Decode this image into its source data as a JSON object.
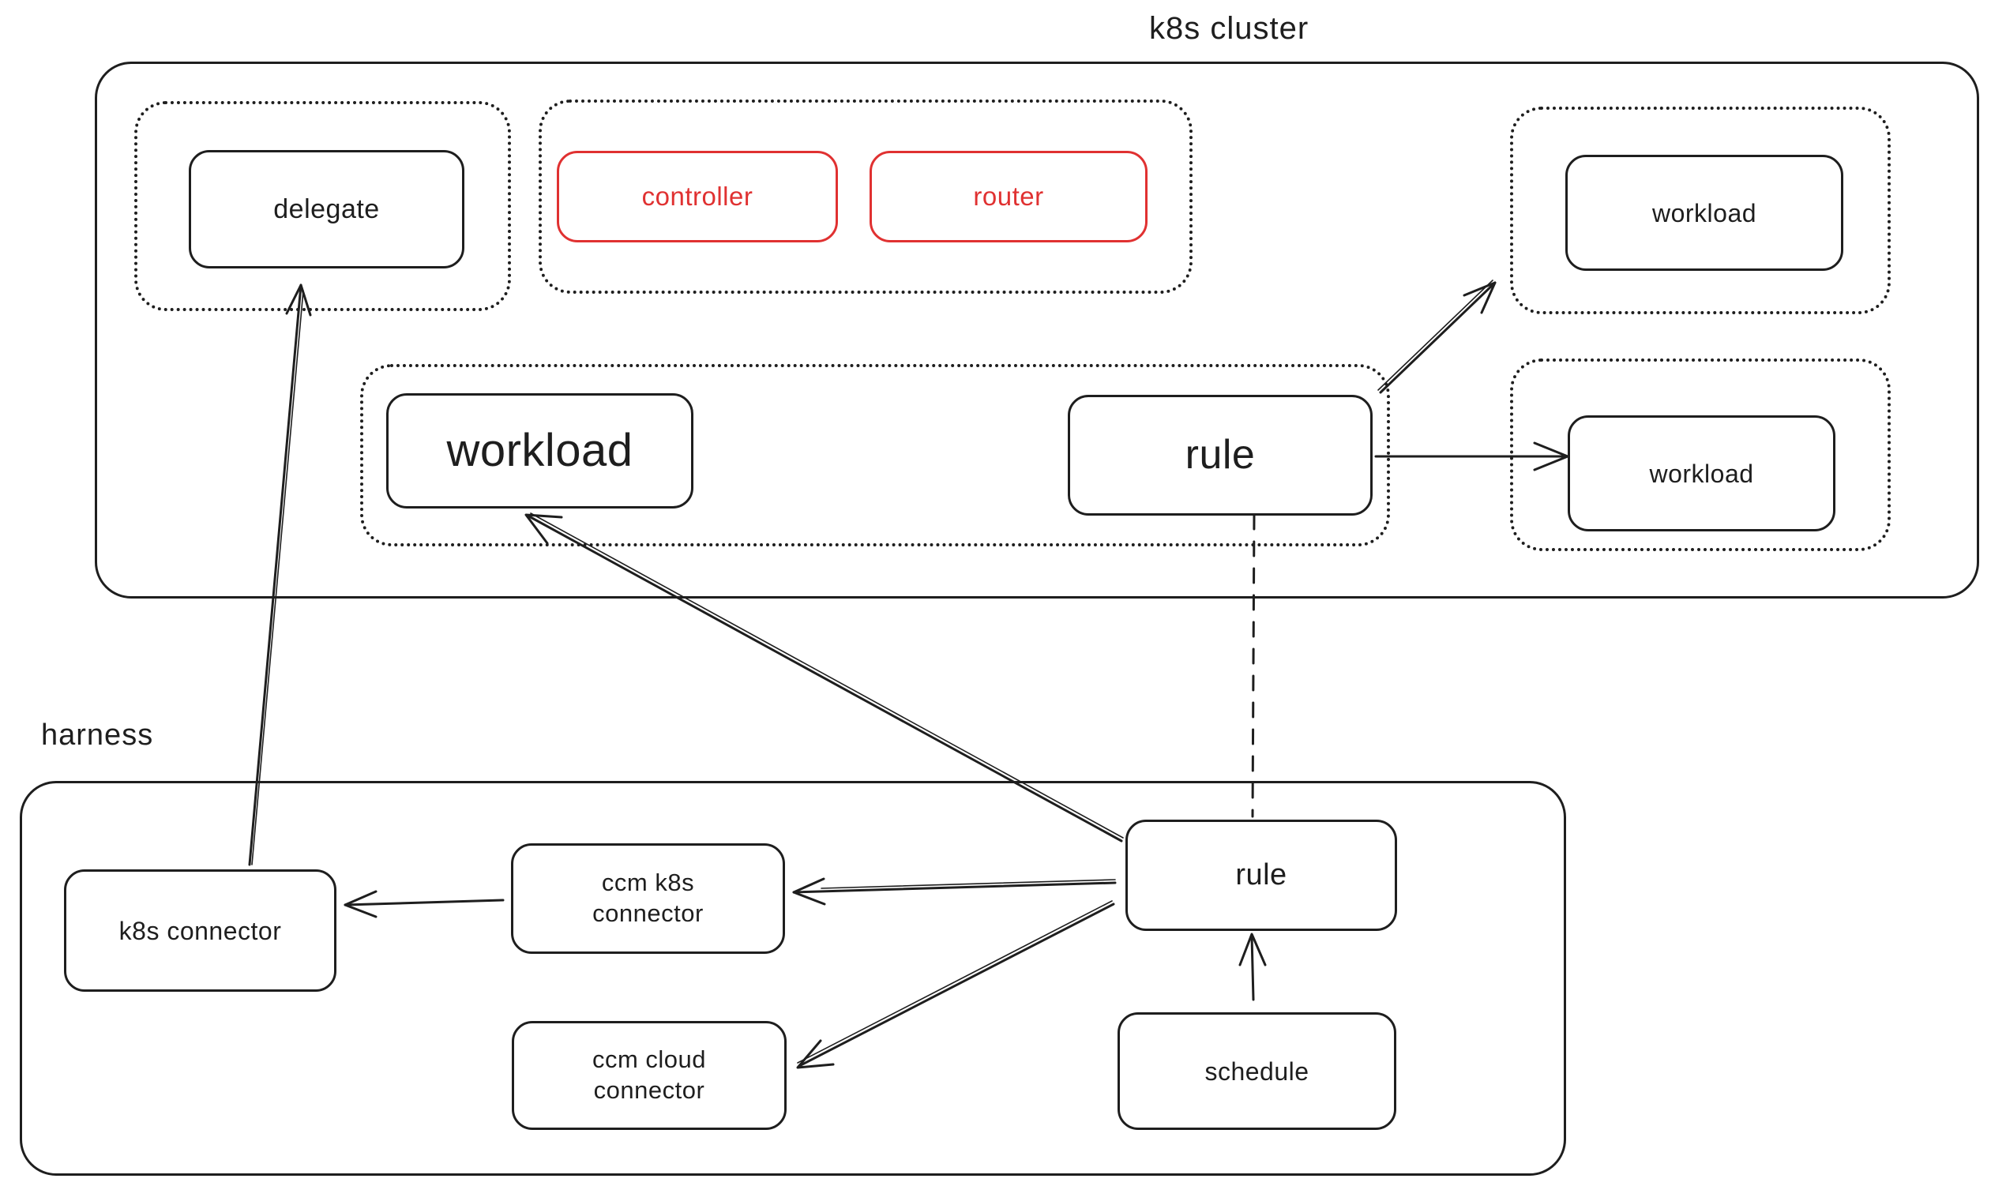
{
  "diagram": {
    "background": "#ffffff",
    "stroke_color": "#1e1e1e",
    "accent_red": "#e03131",
    "groups": {
      "k8s_cluster": {
        "label": "k8s cluster"
      },
      "harness": {
        "label": "harness"
      }
    },
    "nodes": {
      "delegate": {
        "label": "delegate",
        "color": "#1e1e1e"
      },
      "controller": {
        "label": "controller",
        "color": "#e03131"
      },
      "router": {
        "label": "router",
        "color": "#e03131"
      },
      "workload_main": {
        "label": "workload",
        "color": "#1e1e1e"
      },
      "rule_cluster": {
        "label": "rule",
        "color": "#1e1e1e"
      },
      "workload_top_right": {
        "label": "workload",
        "color": "#1e1e1e"
      },
      "workload_mid_right": {
        "label": "workload",
        "color": "#1e1e1e"
      },
      "k8s_connector": {
        "label": "k8s connector",
        "color": "#1e1e1e"
      },
      "ccm_k8s_connector": {
        "label": "ccm k8s connector",
        "color": "#1e1e1e"
      },
      "ccm_cloud_connector": {
        "label": "ccm cloud connector",
        "color": "#1e1e1e"
      },
      "rule_harness": {
        "label": "rule",
        "color": "#1e1e1e"
      },
      "schedule": {
        "label": "schedule",
        "color": "#1e1e1e"
      }
    },
    "edges": [
      {
        "from": "k8s_connector",
        "to": "delegate",
        "style": "solid-arrow"
      },
      {
        "from": "rule_harness",
        "to": "workload_main",
        "style": "solid-arrow"
      },
      {
        "from": "rule_cluster",
        "to": "workload_top_right",
        "style": "solid-arrow"
      },
      {
        "from": "rule_cluster",
        "to": "workload_mid_right",
        "style": "solid-arrow"
      },
      {
        "from": "rule_cluster",
        "to": "rule_harness",
        "style": "dashed-line"
      },
      {
        "from": "rule_harness",
        "to": "ccm_k8s_connector",
        "style": "solid-arrow"
      },
      {
        "from": "rule_harness",
        "to": "ccm_cloud_connector",
        "style": "solid-arrow"
      },
      {
        "from": "ccm_k8s_connector",
        "to": "k8s_connector",
        "style": "solid-arrow"
      },
      {
        "from": "schedule",
        "to": "rule_harness",
        "style": "solid-arrow"
      }
    ]
  }
}
